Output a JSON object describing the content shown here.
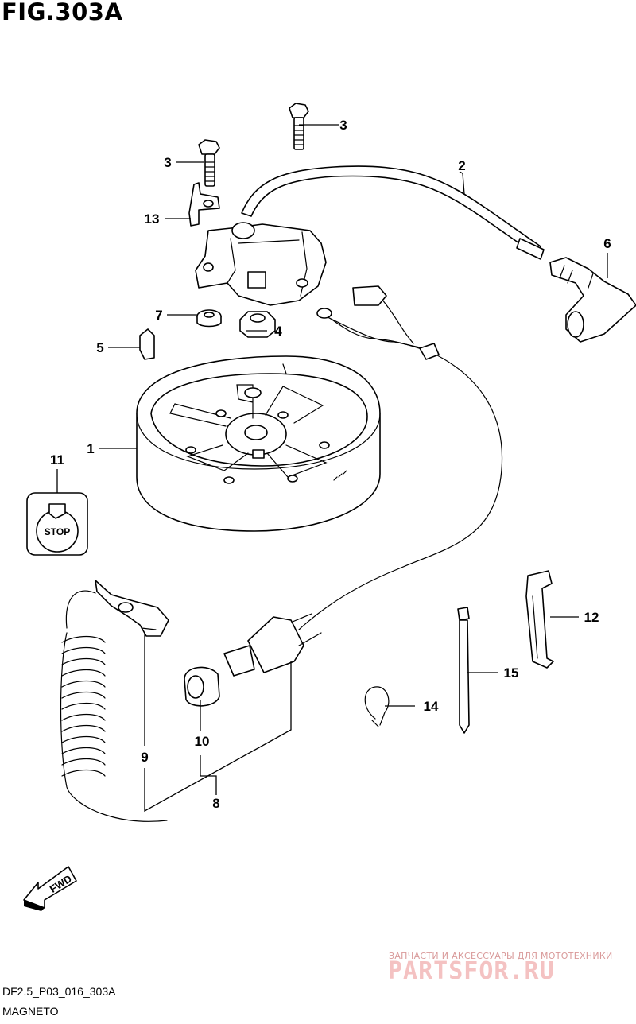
{
  "figure": {
    "title": "FIG.303A",
    "code": "DF2.5_P03_016_303A",
    "caption": "MAGNETO"
  },
  "callouts": [
    {
      "id": "1",
      "label": "1"
    },
    {
      "id": "2",
      "label": "2"
    },
    {
      "id": "3a",
      "label": "3"
    },
    {
      "id": "3b",
      "label": "3"
    },
    {
      "id": "4",
      "label": "4"
    },
    {
      "id": "5",
      "label": "5"
    },
    {
      "id": "6",
      "label": "6"
    },
    {
      "id": "7",
      "label": "7"
    },
    {
      "id": "8",
      "label": "8"
    },
    {
      "id": "9",
      "label": "9"
    },
    {
      "id": "10",
      "label": "10"
    },
    {
      "id": "11",
      "label": "11"
    },
    {
      "id": "12",
      "label": "12"
    },
    {
      "id": "13",
      "label": "13"
    },
    {
      "id": "14",
      "label": "14"
    },
    {
      "id": "15",
      "label": "15"
    }
  ],
  "stop_switch": {
    "label": "STOP"
  },
  "fwd_arrow": {
    "label": "FWD"
  },
  "watermark": {
    "tagline": "ЗАПЧАСТИ И АКСЕССУАРЫ ДЛЯ МОТОТЕХНИКИ",
    "logo": "PARTSFOR.RU"
  }
}
